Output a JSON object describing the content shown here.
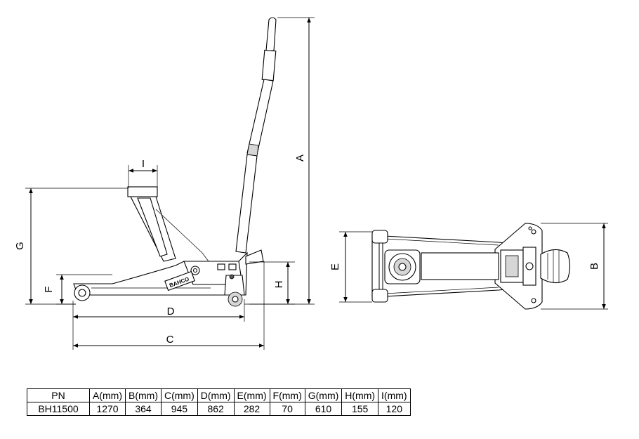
{
  "dimensions": {
    "A": "A",
    "B": "B",
    "C": "C",
    "D": "D",
    "E": "E",
    "F": "F",
    "G": "G",
    "H": "H",
    "I": "I"
  },
  "brand_text": "BAHCO",
  "spec_table": {
    "headers": [
      "PN",
      "A(mm)",
      "B(mm)",
      "C(mm)",
      "D(mm)",
      "E(mm)",
      "F(mm)",
      "G(mm)",
      "H(mm)",
      "I(mm)"
    ],
    "rows": [
      [
        "BH11500",
        "1270",
        "364",
        "945",
        "862",
        "282",
        "70",
        "610",
        "155",
        "120"
      ]
    ]
  }
}
